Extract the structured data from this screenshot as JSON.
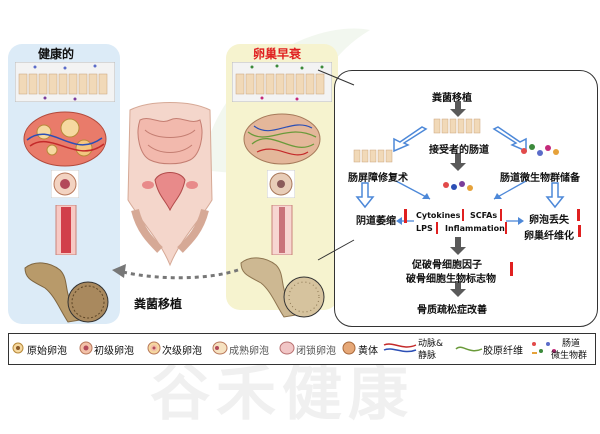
{
  "panels": {
    "healthy_title": "健康的",
    "poi_title": "卵巢早衰"
  },
  "transplant_label": "粪菌移植",
  "flow": {
    "fmt": "粪菌移植",
    "recipient_gut": "接受者的肠道",
    "barrier_repair": "肠屏障修复术",
    "microbiota_reserve": "肠道微生物群储备",
    "vaginal_atrophy": "阴道萎缩",
    "cytokines": "Cytokines",
    "scfas": "SCFAs",
    "lps": "LPS",
    "inflammation": "Inflammation",
    "follicle_loss": "卵泡丢失",
    "ovarian_fibrosis": "卵巢纤维化",
    "osteoclast_factor": "促破骨细胞因子",
    "osteoclast_marker": "破骨细胞生物标志物",
    "osteoporosis_improve": "骨质疏松症改善"
  },
  "legend": {
    "primordial": "原始卵泡",
    "primary": "初级卵泡",
    "secondary": "次级卵泡",
    "mature": "成熟卵泡",
    "atretic": "闭锁卵泡",
    "corpus_luteum": "黄体",
    "artery": "动脉&",
    "vein": "静脉",
    "collagen": "胶原纤维",
    "gut_microbiota_1": "肠道",
    "gut_microbiota_2": "微生物群"
  },
  "watermark": "谷禾健康",
  "colors": {
    "healthy_panel": "#dcebf7",
    "poi_panel": "#f6f3cf",
    "poi_title": "#e02020",
    "arrow_blue": "#4d88d8",
    "arrow_gray": "#5a5a5a",
    "red_mark": "#e02020"
  }
}
